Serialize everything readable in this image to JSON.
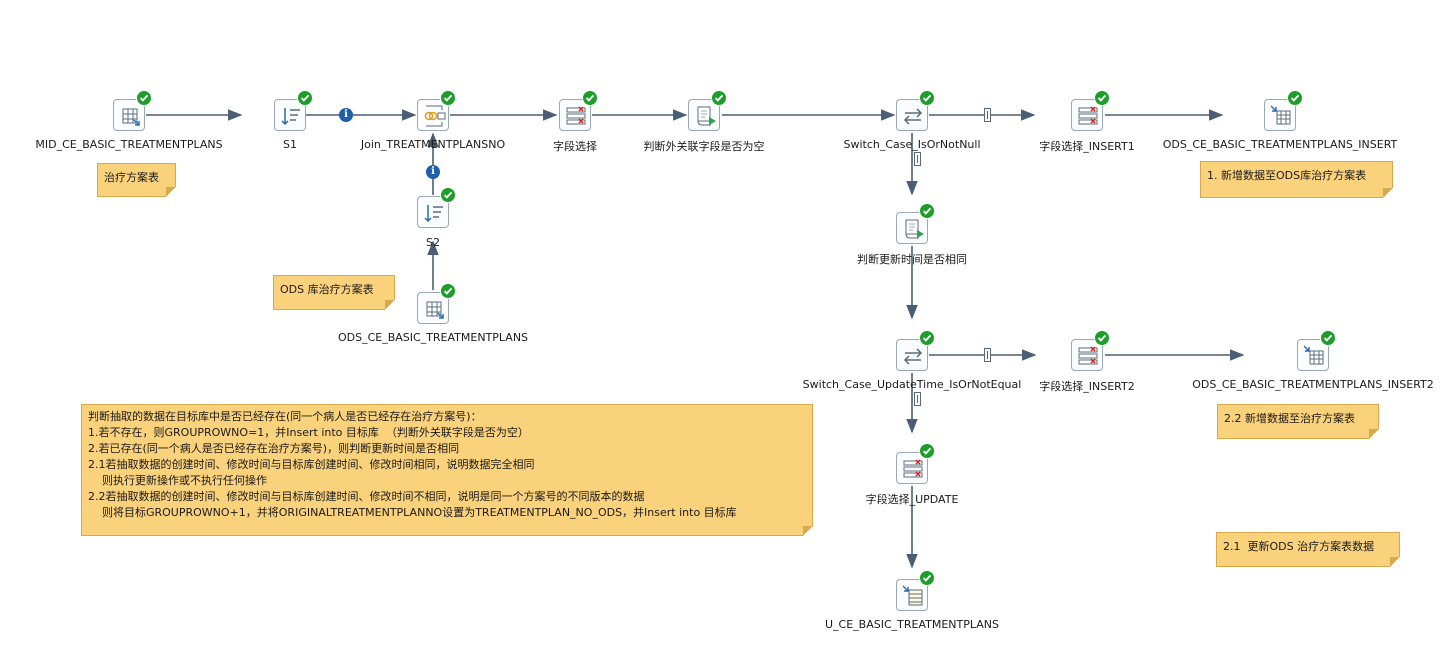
{
  "colors": {
    "hop": "#4a5f75",
    "note_bg": "#fbd27c",
    "ok": "#1f9d2b",
    "info": "#1e5fa8"
  },
  "steps": [
    {
      "id": "mid",
      "label": "MID_CE_BASIC_TREATMENTPLANS",
      "icon": "table-input-icon"
    },
    {
      "id": "s1",
      "label": "S1",
      "icon": "sort-icon"
    },
    {
      "id": "join",
      "label": "Join_TREATMENTPLANSNO",
      "icon": "merge-join-icon"
    },
    {
      "id": "select",
      "label": "字段选择",
      "icon": "select-values-icon"
    },
    {
      "id": "js1",
      "label": "判断外关联字段是否为空",
      "icon": "script-icon"
    },
    {
      "id": "sw1",
      "label": "Switch_Case_IsOrNotNull",
      "icon": "switch-case-icon"
    },
    {
      "id": "ins1",
      "label": "字段选择_INSERT1",
      "icon": "select-values-icon"
    },
    {
      "id": "out1",
      "label": "ODS_CE_BASIC_TREATMENTPLANS_INSERT",
      "icon": "table-output-icon"
    },
    {
      "id": "s2",
      "label": "S2",
      "icon": "sort-icon"
    },
    {
      "id": "ods",
      "label": "ODS_CE_BASIC_TREATMENTPLANS",
      "icon": "table-input-icon"
    },
    {
      "id": "js2",
      "label": "判断更新时间是否相同",
      "icon": "script-icon"
    },
    {
      "id": "sw2",
      "label": "Switch_Case_UpdateTime_IsOrNotEqual",
      "icon": "switch-case-icon"
    },
    {
      "id": "ins2",
      "label": "字段选择_INSERT2",
      "icon": "select-values-icon"
    },
    {
      "id": "out2",
      "label": "ODS_CE_BASIC_TREATMENTPLANS_INSERT2",
      "icon": "table-output-icon"
    },
    {
      "id": "upd",
      "label": "字段选择_UPDATE",
      "icon": "select-values-icon"
    },
    {
      "id": "uout",
      "label": "U_CE_BASIC_TREATMENTPLANS",
      "icon": "update-icon"
    }
  ],
  "notes": [
    {
      "id": "n1",
      "lines": [
        "治疗方案表"
      ]
    },
    {
      "id": "n2",
      "lines": [
        "ODS 库治疗方案表"
      ]
    },
    {
      "id": "n3",
      "lines": [
        "1. 新增数据至ODS库治疗方案表"
      ]
    },
    {
      "id": "n4",
      "lines": [
        "2.2 新增数据至治疗方案表"
      ]
    },
    {
      "id": "n5",
      "lines": [
        "2.1  更新ODS 治疗方案表数据"
      ]
    },
    {
      "id": "n6",
      "lines": [
        "判断抽取的数据在目标库中是否已经存在(同一个病人是否已经存在治疗方案号)：",
        "1.若不存在，则GROUPROWNO=1，并Insert into 目标库  （判断外关联字段是否为空）",
        "2.若已存在(同一个病人是否已经存在治疗方案号)，则判断更新时间是否相同",
        "2.1若抽取数据的创建时间、修改时间与目标库创建时间、修改时间相同，说明数据完全相同",
        "    则执行更新操作或不执行任何操作",
        "2.2若抽取数据的创建时间、修改时间与目标库创建时间、修改时间不相同，说明是同一个方案号的不同版本的数据",
        "    则将目标GROUPROWNO+1，并将ORIGINALTREATMENTPLANNO设置为TREATMENTPLAN_NO_ODS，并Insert into 目标库"
      ]
    }
  ]
}
